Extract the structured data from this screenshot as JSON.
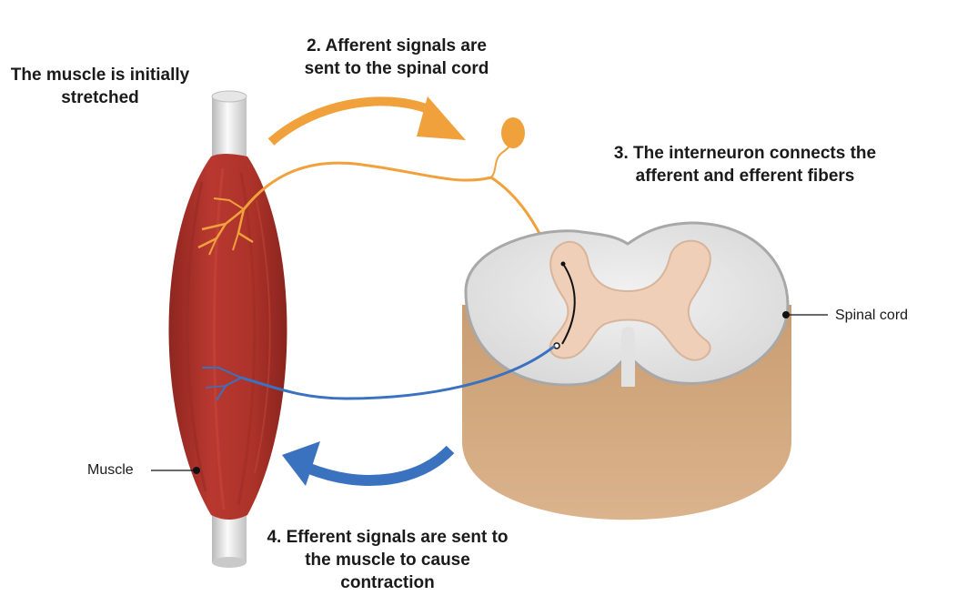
{
  "labels": {
    "step1": "The muscle is initially stretched",
    "step2": "2.  Afferent signals are sent to the spinal cord",
    "step3": "3.  The interneuron connects the afferent and efferent fibers",
    "step4": "4.  Efferent signals are sent to the muscle to cause contraction",
    "muscle": "Muscle",
    "spinal_cord": "Spinal cord"
  },
  "colors": {
    "afferent": "#f0a13c",
    "efferent": "#3a72c0",
    "muscle": "#b0332b",
    "spinal_cord_side": "#d3a77c",
    "grey_matter": "#efcfb7",
    "white_matter": "#e4e4e4"
  }
}
